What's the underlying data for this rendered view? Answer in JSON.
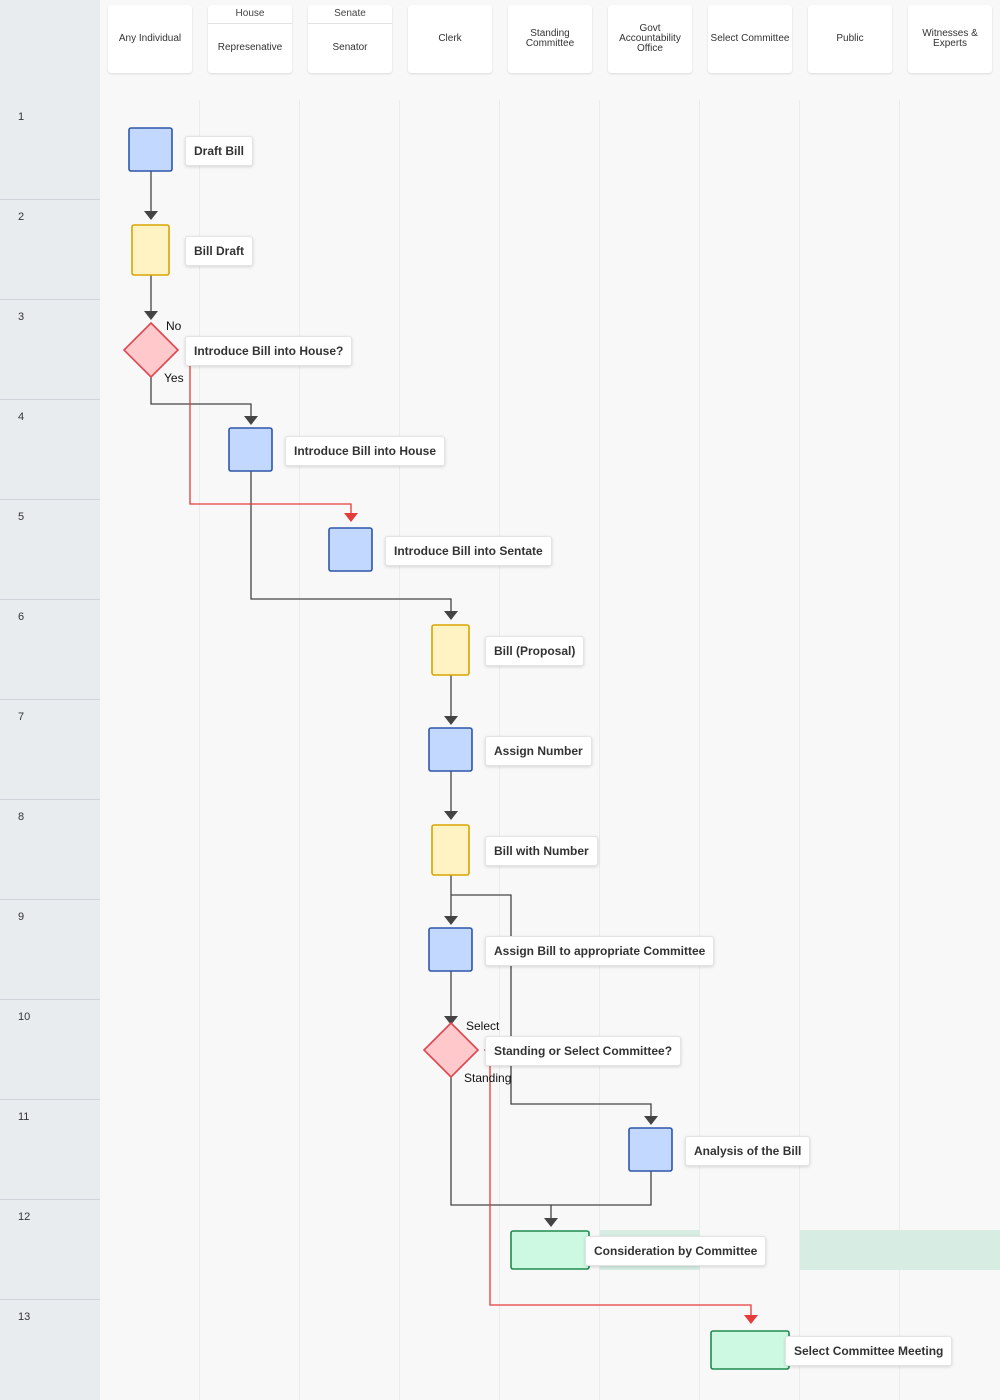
{
  "colors": {
    "process_fill": "#c2d8ff",
    "process_stroke": "#2e56a8",
    "document_fill": "#fff3c4",
    "document_stroke": "#d9a400",
    "decision_fill": "#ffc9cc",
    "decision_stroke": "#e0444f",
    "terminal_fill": "#cdf9e3",
    "terminal_stroke": "#1f8a4f",
    "band": "#d7ede3",
    "arrow": "#444444",
    "alt_arrow": "#e43b3b"
  },
  "lanes": [
    {
      "group": "",
      "title": "Any Individual"
    },
    {
      "group": "House",
      "title": "Represenative"
    },
    {
      "group": "Senate",
      "title": "Senator"
    },
    {
      "group": "",
      "title": "Clerk"
    },
    {
      "group": "",
      "title": "Standing Committee"
    },
    {
      "group": "",
      "title": "Govt Accountability Office"
    },
    {
      "group": "",
      "title": "Select Committee"
    },
    {
      "group": "",
      "title": "Public"
    },
    {
      "group": "",
      "title": "Witnesses & Experts"
    }
  ],
  "rows": [
    "1",
    "2",
    "3",
    "4",
    "5",
    "6",
    "7",
    "8",
    "9",
    "10",
    "11",
    "12",
    "13"
  ],
  "nodes": {
    "draft_bill": {
      "label": "Draft Bill",
      "shape": "process-icon"
    },
    "bill_draft": {
      "label": "Bill Draft",
      "shape": "document-icon"
    },
    "introduce_decision": {
      "label": "Introduce Bill into House?",
      "shape": "decision-icon"
    },
    "introduce_house": {
      "label": "Introduce Bill into House",
      "shape": "process-icon"
    },
    "introduce_senate": {
      "label": "Introduce Bill into Sentate",
      "shape": "process-icon"
    },
    "bill_proposal": {
      "label": "Bill (Proposal)",
      "shape": "document-icon"
    },
    "assign_number": {
      "label": "Assign Number",
      "shape": "process-icon"
    },
    "bill_with_number": {
      "label": "Bill with Number",
      "shape": "document-icon"
    },
    "assign_committee": {
      "label": "Assign Bill to appropriate Committee",
      "shape": "process-icon"
    },
    "committee_decision": {
      "label": "Standing or Select Committee?",
      "shape": "decision-icon"
    },
    "analysis": {
      "label": "Analysis of the Bill",
      "shape": "process-icon"
    },
    "consideration": {
      "label": "Consideration by Committee",
      "shape": "terminal-icon"
    },
    "select_meeting": {
      "label": "Select Committee Meeting",
      "shape": "terminal-icon"
    }
  },
  "edge_labels": {
    "no": "No",
    "yes": "Yes",
    "select": "Select",
    "standing": "Standing"
  }
}
